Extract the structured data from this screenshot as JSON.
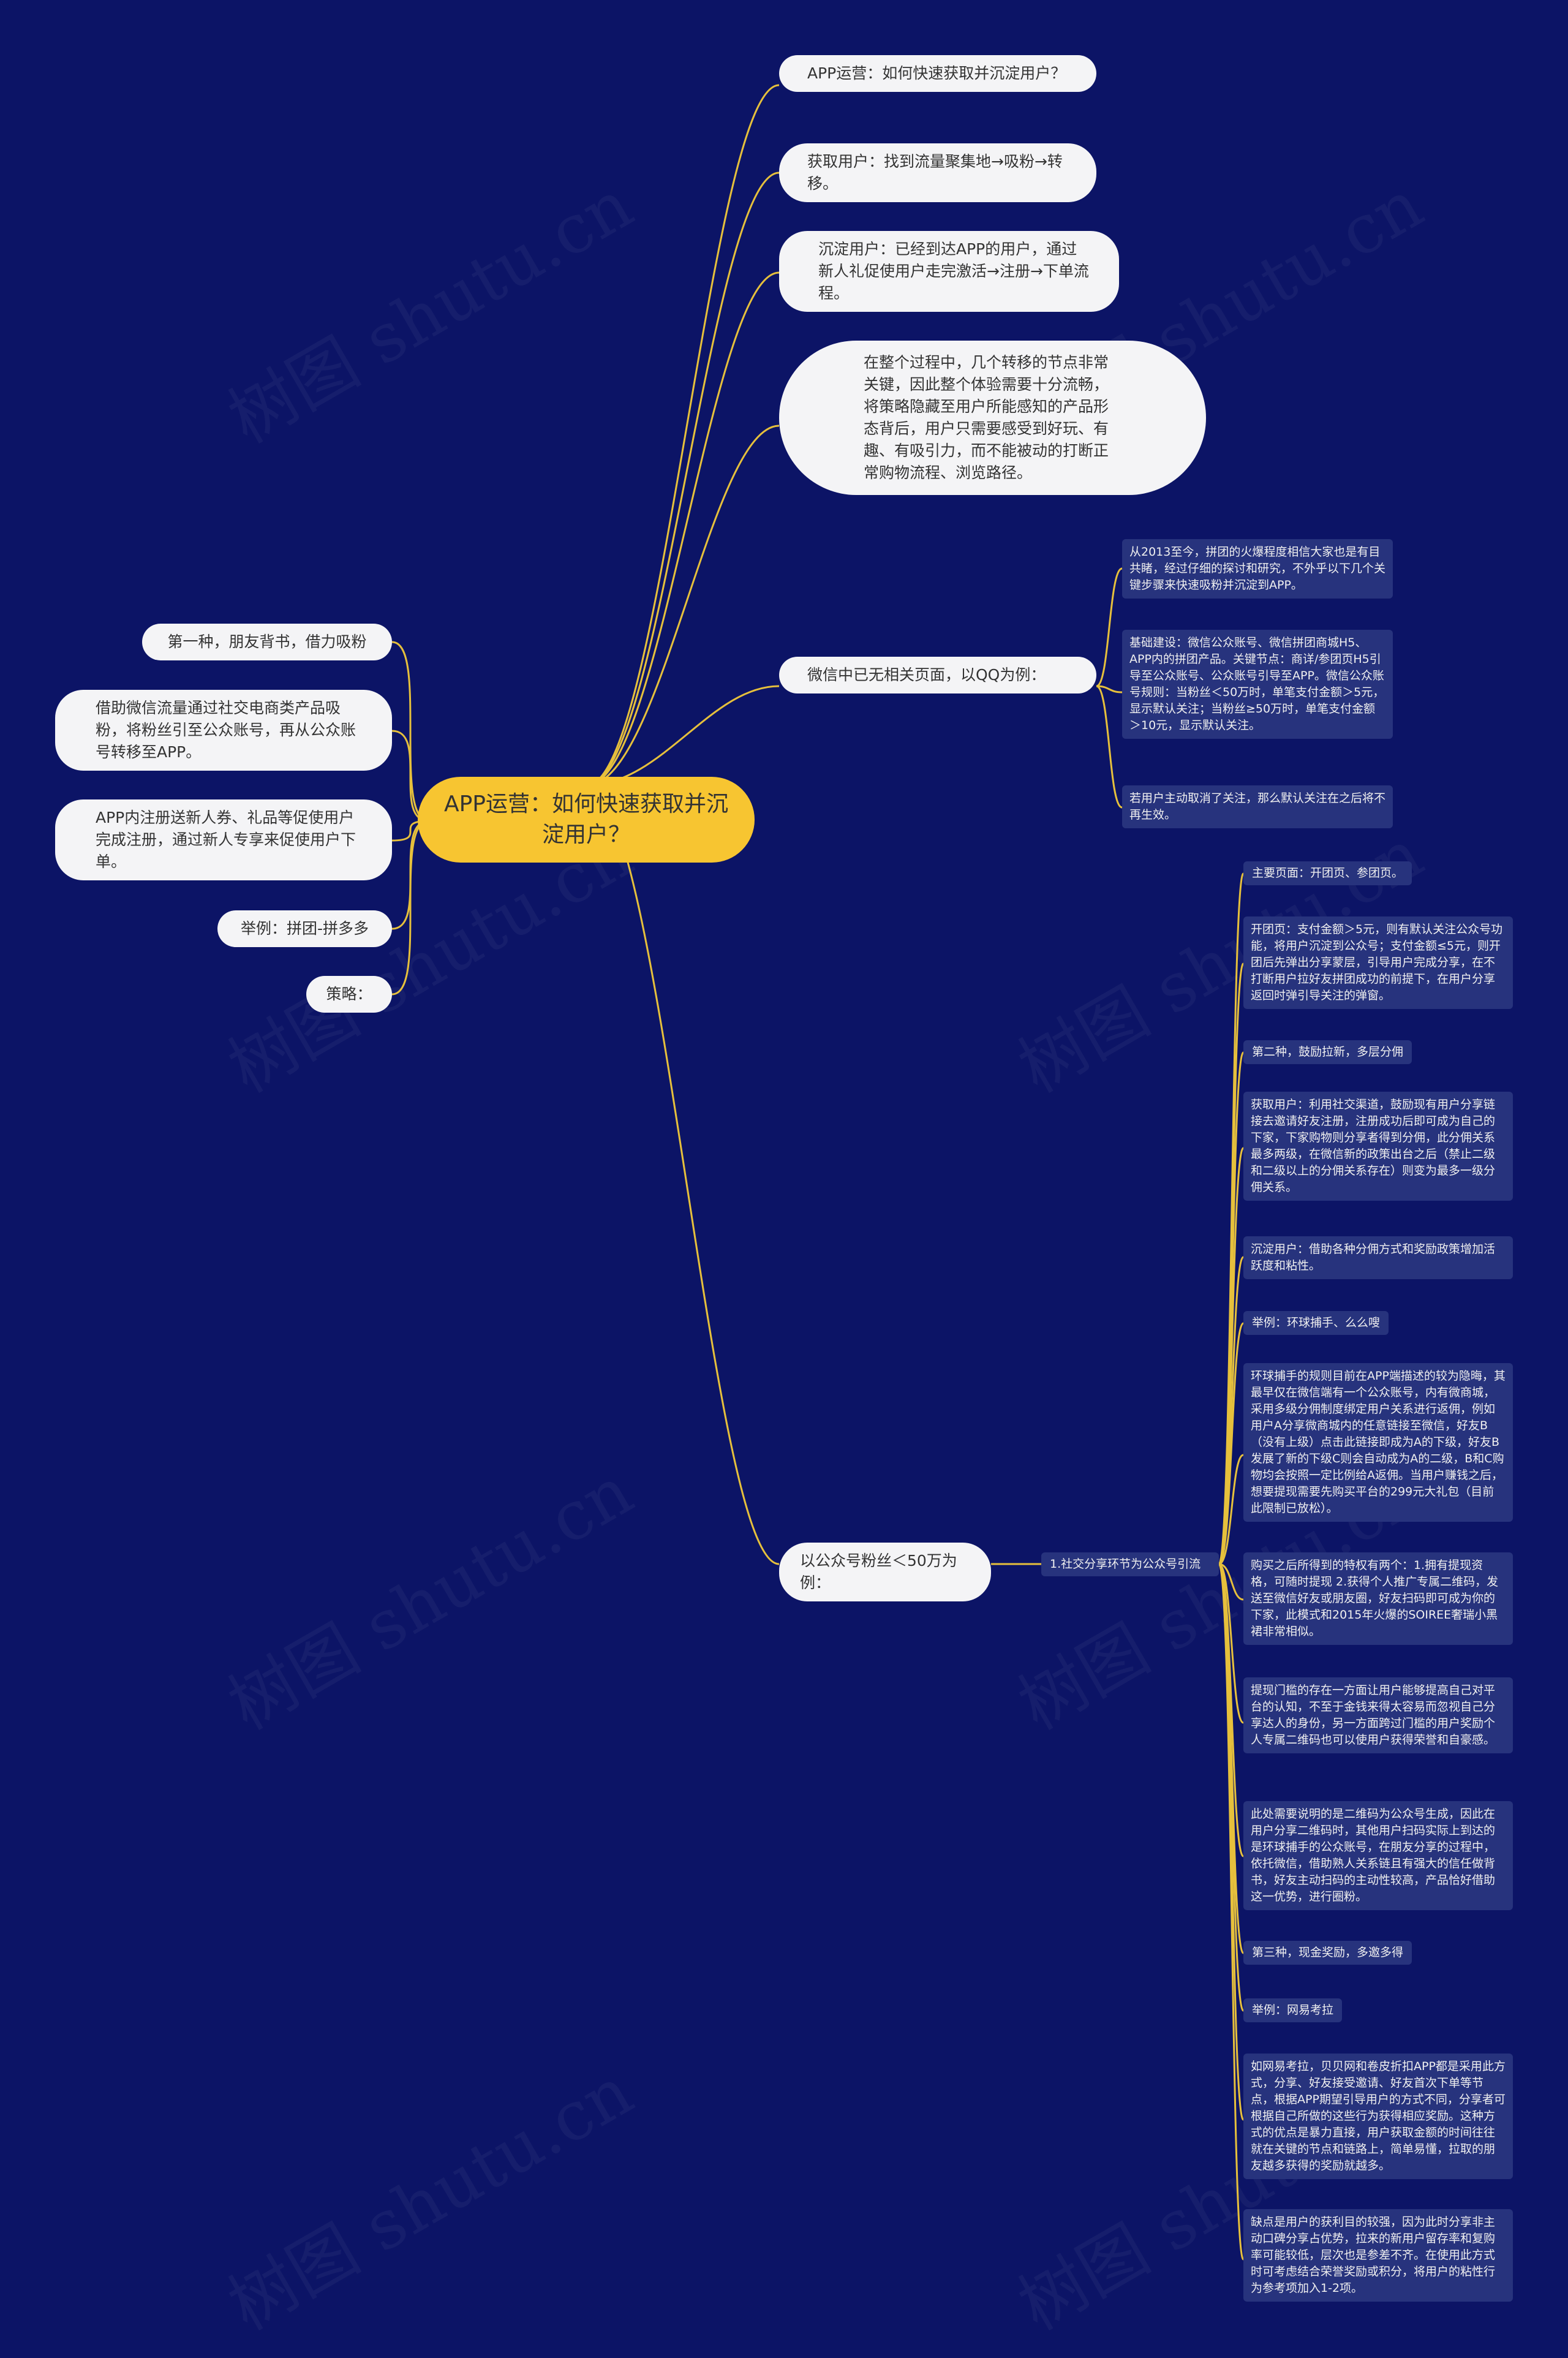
{
  "root": "APP运营：如何快速获取并沉淀用户？",
  "right_top": [
    "APP运营：如何快速获取并沉淀用户？",
    "获取用户：找到流量聚集地→吸粉→转移。",
    "沉淀用户：已经到达APP的用户，通过新人礼促使用户走完激活→注册→下单流程。",
    "在整个过程中，几个转移的节点非常关键，因此整个体验需要十分流畅，将策略隐藏至用户所能感知的产品形态背后，用户只需要感受到好玩、有趣、有吸引力，而不能被动的打断正常购物流程、浏览路径。"
  ],
  "left": [
    "第一种，朋友背书，借力吸粉",
    "借助微信流量通过社交电商类产品吸粉，将粉丝引至公众账号，再从公众账号转移至APP。",
    "APP内注册送新人券、礼品等促使用户完成注册，通过新人专享来促使用户下单。",
    "举例：拼团-拼多多",
    "策略："
  ],
  "wechat_branch": {
    "label": "微信中已无相关页面，以QQ为例：",
    "children": [
      "从2013至今，拼团的火爆程度相信大家也是有目共睹，经过仔细的探讨和研究，不外乎以下几个关键步骤来快速吸粉并沉淀到APP。",
      "基础建设：微信公众账号、微信拼团商城H5、APP内的拼团产品。关键节点：商详/参团页H5引导至公众账号、公众账号引导至APP。微信公众账号规则：当粉丝＜50万时，单笔支付金额＞5元，显示默认关注；当粉丝≥50万时，单笔支付金额＞10元，显示默认关注。",
      "若用户主动取消了关注，那么默认关注在之后将不再生效。"
    ]
  },
  "gzh_branch": {
    "label": "以公众号粉丝＜50万为例：",
    "sub_label": "1.社交分享环节为公众号引流",
    "children": [
      "主要页面：开团页、参团页。",
      "开团页：支付金额＞5元，则有默认关注公众号功能，将用户沉淀到公众号；支付金额≤5元，则开团后先弹出分享蒙层，引导用户完成分享，在不打断用户拉好友拼团成功的前提下，在用户分享返回时弹引导关注的弹窗。",
      "第二种，鼓励拉新，多层分佣",
      "获取用户：利用社交渠道，鼓励现有用户分享链接去邀请好友注册，注册成功后即可成为自己的下家，下家购物则分享者得到分佣，此分佣关系最多两级，在微信新的政策出台之后（禁止二级和二级以上的分佣关系存在）则变为最多一级分佣关系。",
      "沉淀用户：借助各种分佣方式和奖励政策增加活跃度和粘性。",
      "举例：环球捕手、么么嗖",
      "环球捕手的规则目前在APP端描述的较为隐晦，其最早仅在微信端有一个公众账号，内有微商城，采用多级分佣制度绑定用户关系进行返佣，例如用户A分享微商城内的任意链接至微信，好友B（没有上级）点击此链接即成为A的下级，好友B发展了新的下级C则会自动成为A的二级，B和C购物均会按照一定比例给A返佣。当用户赚钱之后，想要提现需要先购买平台的299元大礼包（目前此限制已放松）。",
      "购买之后所得到的特权有两个：1.拥有提现资格，可随时提现 2.获得个人推广专属二维码，发送至微信好友或朋友圈，好友扫码即可成为你的下家，此模式和2015年火爆的SOIREE奢瑞小黑裙非常相似。",
      "提现门槛的存在一方面让用户能够提高自己对平台的认知，不至于金钱来得太容易而忽视自己分享达人的身份，另一方面跨过门槛的用户奖励个人专属二维码也可以使用户获得荣誉和自豪感。",
      "此处需要说明的是二维码为公众号生成，因此在用户分享二维码时，其他用户扫码实际上到达的是环球捕手的公众账号，在朋友分享的过程中，依托微信，借助熟人关系链且有强大的信任做背书，好友主动扫码的主动性较高，产品恰好借助这一优势，进行圈粉。",
      "第三种，现金奖励，多邀多得",
      "举例：网易考拉",
      "如网易考拉，贝贝网和卷皮折扣APP都是采用此方式，分享、好友接受邀请、好友首次下单等节点，根据APP期望引导用户的方式不同，分享者可根据自己所做的这些行为获得相应奖励。这种方式的优点是暴力直接，用户获取金额的时间往往就在关键的节点和链路上，简单易懂，拉取的朋友越多获得的奖励就越多。",
      "缺点是用户的获利目的较强，因为此时分享非主动口碑分享占优势，拉来的新用户留存率和复购率可能较低，层次也是参差不齐。在使用此方式时可考虑结合荣誉奖励或积分，将用户的粘性行为参考项加入1-2项。"
    ]
  },
  "watermark": "树图 shutu.cn",
  "colors": {
    "background": "#0c1466",
    "root": "#f7c531",
    "pill": "#f4f4f6",
    "small_box": "#27337d",
    "link": "#e6c03c"
  }
}
